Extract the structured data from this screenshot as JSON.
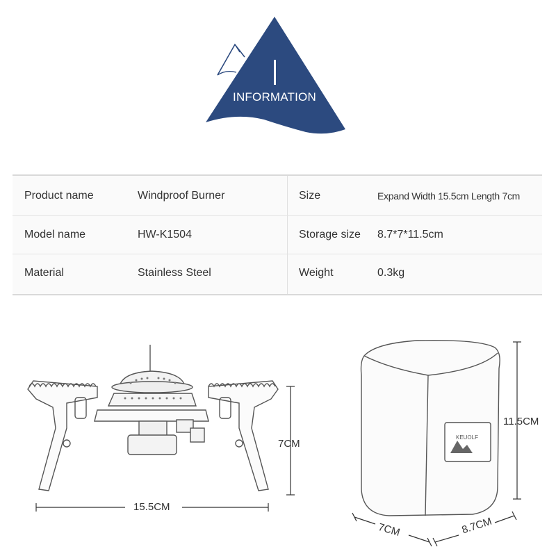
{
  "header": {
    "title": "INFORMATION"
  },
  "specs": [
    {
      "label1": "Product name",
      "value1": "Windproof Burner",
      "label2": "Size",
      "value2": "Expand Width 15.5cm  Length 7cm"
    },
    {
      "label1": "Model name",
      "value1": "HW-K1504",
      "label2": "Storage size",
      "value2": "8.7*7*11.5cm"
    },
    {
      "label1": "Material",
      "value1": "Stainless Steel",
      "label2": "Weight",
      "value2": "0.3kg"
    }
  ],
  "dimensions": {
    "burner_width": "15.5CM",
    "burner_height": "7CM",
    "case_height": "11.5CM",
    "case_depth": "7CM",
    "case_width": "8.7CM"
  },
  "case_logo": "KEUOLF",
  "colors": {
    "accent": "#2c4a7f",
    "line": "#d9d9d9",
    "drawing": "#555555"
  },
  "icons": [
    "mountain-logo-icon",
    "stove-drawing-icon",
    "storage-case-icon"
  ]
}
